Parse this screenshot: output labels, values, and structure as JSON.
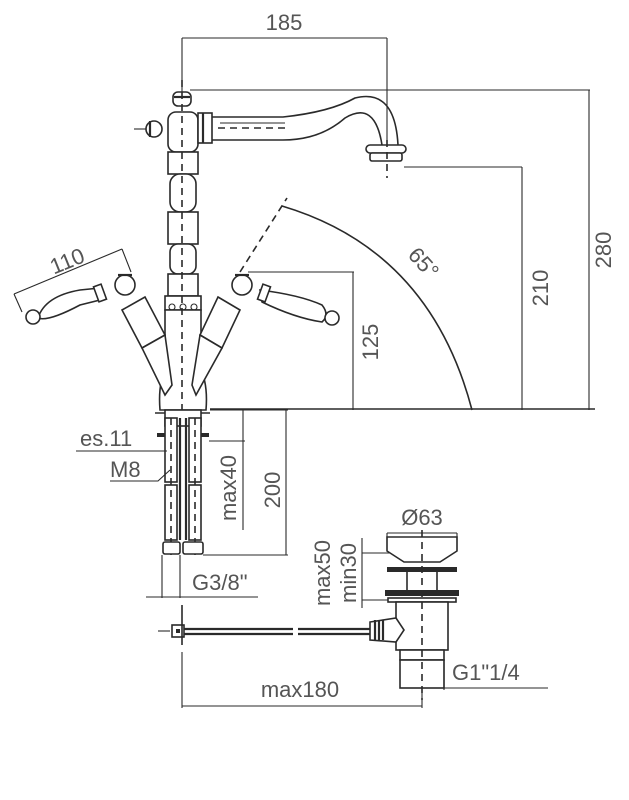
{
  "diagram": {
    "type": "technical drawing",
    "subject": "single-hole basin mixer with pop-up waste",
    "line_color": "#2a2a2a",
    "text_color": "#555555",
    "dimensions": {
      "spout_reach": "185",
      "handle_length": "110",
      "handle_angle": "65°",
      "handle_height": "125",
      "spout_height": "210",
      "total_height": "280",
      "hex_key": "es.11",
      "rod_thread": "M8",
      "max_deck": "max40",
      "hose_length": "200",
      "hose_connection": "G3/8\"",
      "waste_diameter": "Ø63",
      "waste_max": "max50",
      "waste_min": "min30",
      "waste_thread": "G1\"1/4",
      "rod_reach": "max180"
    }
  }
}
